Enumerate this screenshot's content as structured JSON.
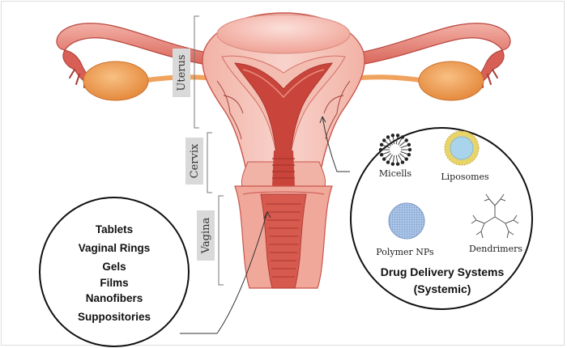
{
  "regions": {
    "uterus": "Uterus",
    "cervix": "Cervix",
    "vagina": "Vagina"
  },
  "local_forms": [
    "Tablets",
    "Vaginal Rings",
    "Gels",
    "Films",
    "Nanofibers",
    "Suppositories"
  ],
  "systemic": {
    "title_line1": "Drug Delivery Systems",
    "title_line2": "(Systemic)",
    "micells": "Micells",
    "liposomes": "Liposomes",
    "polymer_nps": "Polymer NPs",
    "dendrimers": "Dendrimers"
  },
  "colors": {
    "tissue_light": "#f6c9c0",
    "tissue_mid": "#ee9d91",
    "tissue_dark": "#c9453c",
    "cavity": "#b8342e",
    "ovary": "#f2a25b",
    "label_box": "#d9d9d9",
    "liposome_outer": "#e8d46a",
    "liposome_inner": "#a9d4ec",
    "polymer_np": "#a9c4e6"
  }
}
